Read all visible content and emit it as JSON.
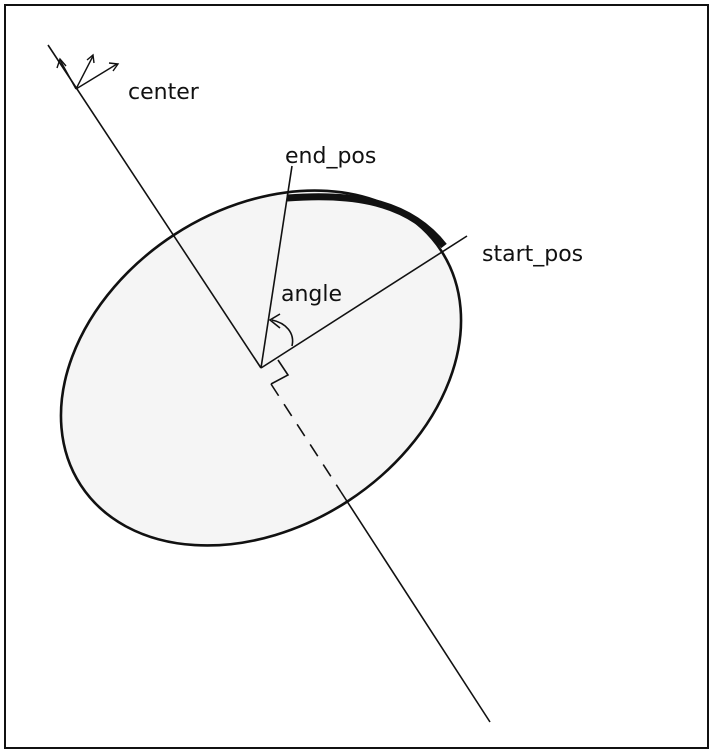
{
  "labels": {
    "center": "center",
    "end_pos": "end_pos",
    "start_pos": "start_pos",
    "angle": "angle"
  },
  "colors": {
    "background": "#ffffff",
    "ellipse_fill": "#f5f5f5",
    "stroke": "#111111"
  }
}
